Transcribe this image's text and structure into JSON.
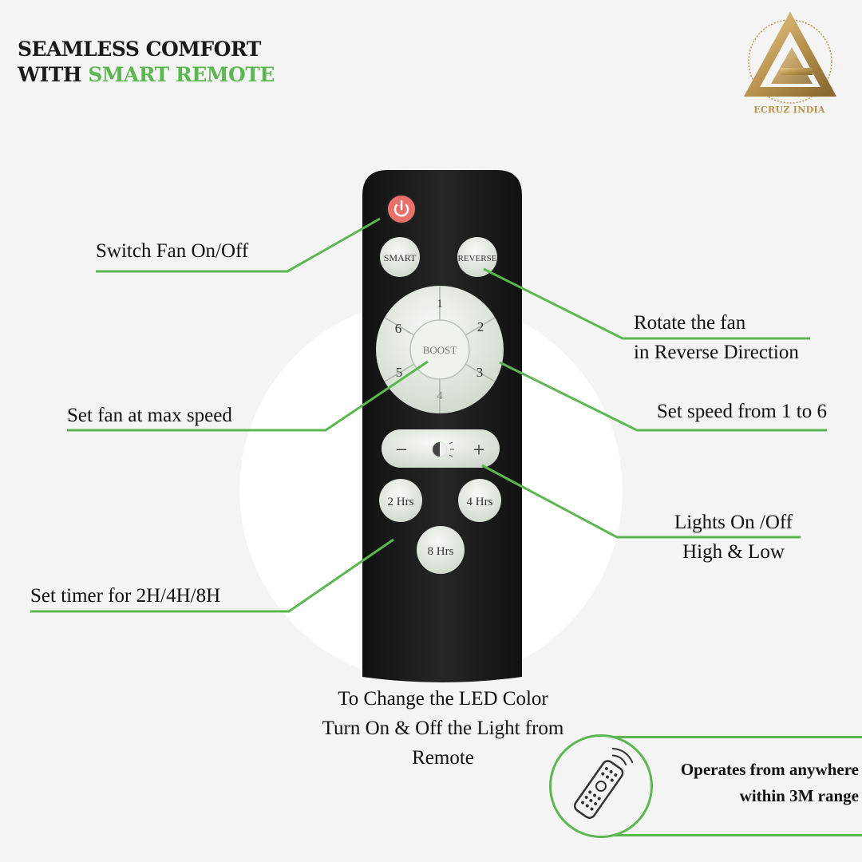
{
  "title": {
    "line1": "SEAMLESS COMFORT",
    "line2_prefix": "WITH ",
    "line2_accent": "SMART REMOTE"
  },
  "brand": {
    "name": "ECRUZ INDIA"
  },
  "colors": {
    "accent": "#5bb74f",
    "remote_body": "#1c1c1c",
    "button": "#e8efe6",
    "power": "#e8706a",
    "gold": "#b8954a"
  },
  "remote": {
    "smart": "SMART",
    "reverse": "REVERSE",
    "boost": "BOOST",
    "speeds": [
      "1",
      "2",
      "3",
      "4",
      "5",
      "6"
    ],
    "minus": "−",
    "plus": "+",
    "timer_2": "2 Hrs",
    "timer_4": "4 Hrs",
    "timer_8": "8 Hrs"
  },
  "callouts": {
    "power": "Switch Fan On/Off",
    "reverse_1": "Rotate the fan",
    "reverse_2": "in Reverse Direction",
    "boost": "Set fan at max speed",
    "speed": "Set speed from 1 to 6",
    "light_1": "Lights On /Off",
    "light_2": "High & Low",
    "timer": "Set timer for 2H/4H/8H"
  },
  "bottom_note": {
    "line1": "To Change the LED Color",
    "line2": "Turn On & Off the Light from",
    "line3": "Remote"
  },
  "range": {
    "line1": "Operates from anywhere",
    "line2": "within 3M range",
    "icon": "remote-signal-icon"
  }
}
